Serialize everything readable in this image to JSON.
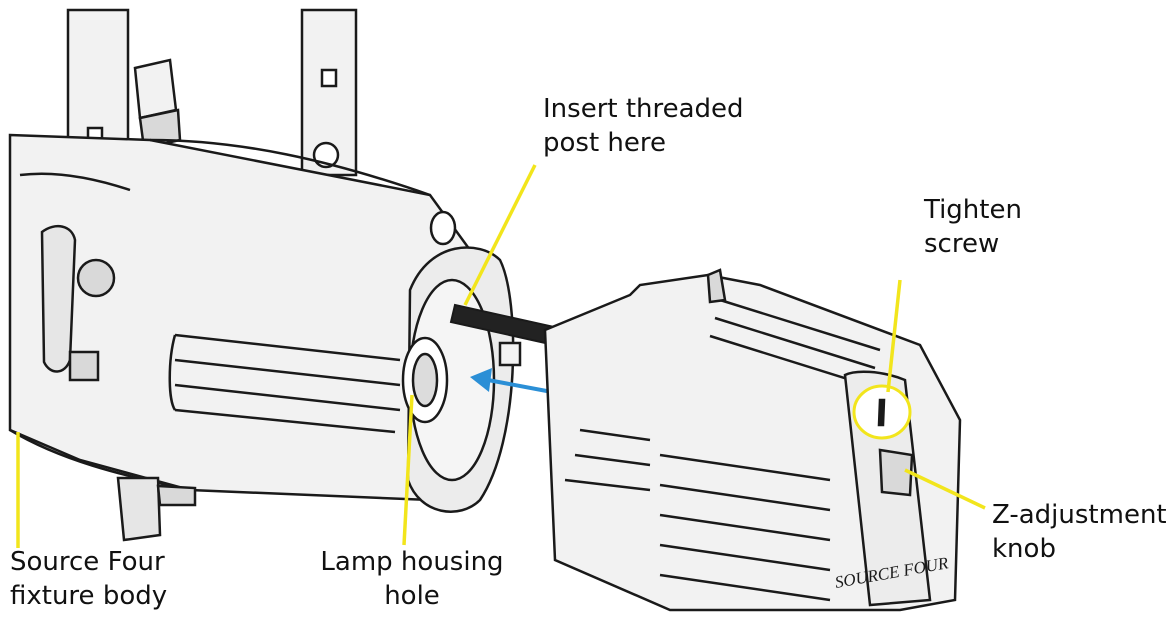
{
  "colors": {
    "leader_line": "#f2e51c",
    "direction_arrow": "#2b8fd6",
    "outline": "#1a1a1a",
    "body_fill": "#f2f2f2",
    "shade_fill": "#d9d9d9",
    "post_fill": "#222222"
  },
  "labels": {
    "insert_post": [
      "Insert threaded",
      "post here"
    ],
    "tighten_screw": [
      "Tighten",
      "screw"
    ],
    "z_adjust": [
      "Z-adjustment",
      "knob"
    ],
    "fixture_body": [
      "Source Four",
      "fixture body"
    ],
    "lamp_hole": [
      "Lamp housing",
      "hole"
    ],
    "cap_brand": "SOURCE FOUR"
  }
}
